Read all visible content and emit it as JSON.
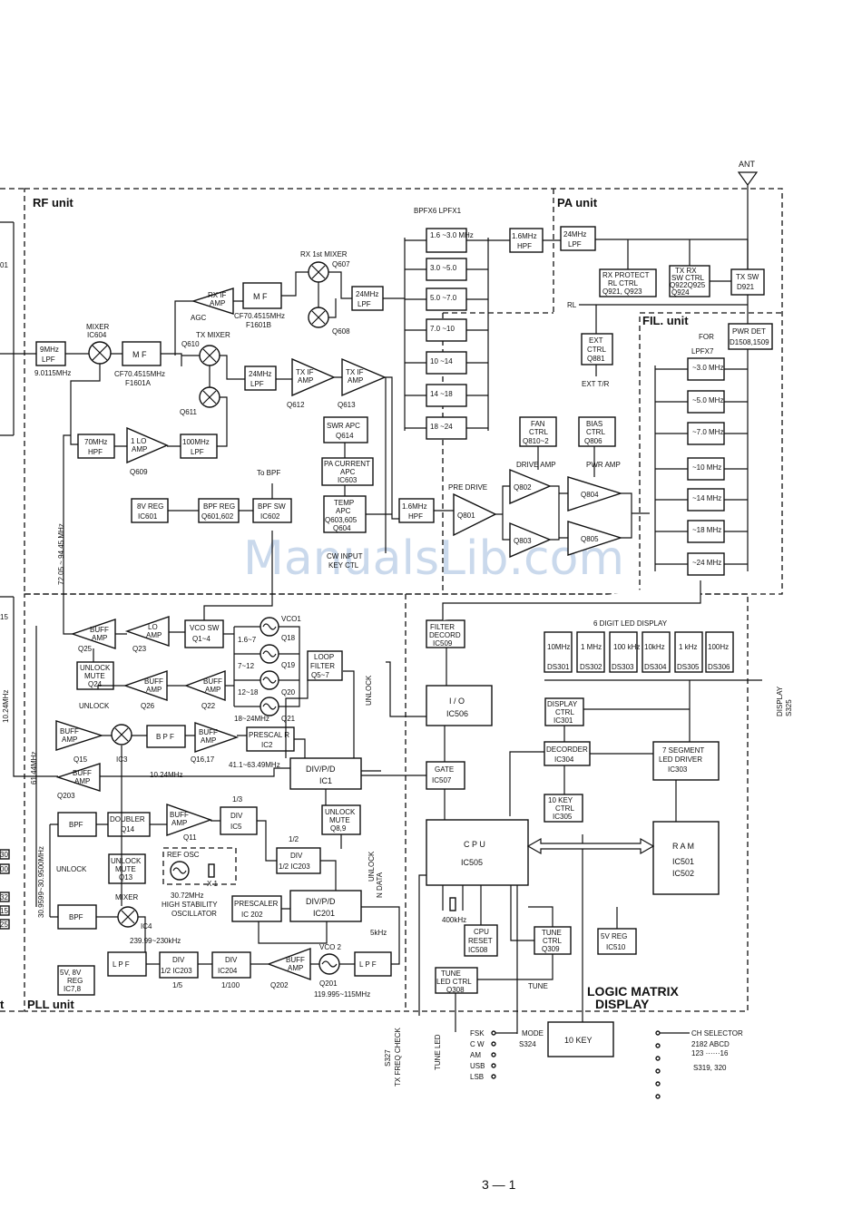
{
  "units": {
    "rf": "RF unit",
    "pa": "PA unit",
    "fil": "FIL. unit",
    "pll": "PLL unit",
    "logic": "LOGIC MATRIX",
    "logic2": "DISPLAY"
  },
  "ant": "ANT",
  "page_number": "3 — 1",
  "watermark": "ManualsLib.com",
  "filter_bank_title": "BPFX6  LPFX1",
  "lpf_bank_title": "LPFX7",
  "rf": {
    "lpf9": "9MHz",
    "lpf9b": "LPF",
    "lpf9f": "9.0115MHz",
    "mixer_t": "MIXER",
    "mixer_ic": "IC604",
    "mf1": "M F",
    "mf1_cf": "CF70.4515MHz",
    "mf1_f": "F1601A",
    "txmixer": "TX MIXER",
    "q610": "Q610",
    "q611": "Q611",
    "rxif1": "RX IF",
    "rxif2": "AMP",
    "agc": "AGC",
    "mf2": "M F",
    "mf2_cf": "CF70.4515MHz",
    "mf2_f": "F1601B",
    "rxmix": "RX 1st MIXER",
    "q607": "Q607",
    "q608": "Q608",
    "lpf24a": "24MHz",
    "lpf24b": "LPF",
    "lpf24c": "24MHz",
    "lpf24d": "LPF",
    "txif1a": "TX IF",
    "txif1b": "AMP",
    "q612": "Q612",
    "txif2a": "TX IF",
    "txif2b": "AMP",
    "q613": "Q613",
    "hpf70a": "70MHz",
    "hpf70b": "HPF",
    "loamp1": "1 LO",
    "loamp2": "AMP",
    "q609": "Q609",
    "lpf100a": "100MHz",
    "lpf100b": "LPF",
    "swr1": "SWR APC",
    "swr2": "Q614",
    "pacur1": "PA CURRENT",
    "pacur2": "APC",
    "pacur3": "IC603",
    "temp1": "TEMP",
    "temp2": "APC",
    "temp3": "Q603,605",
    "temp4": "Q604",
    "hpf16a": "1.6MHz",
    "hpf16b": "HPF",
    "tobpf": "To BPF",
    "reg8a": "8V REG",
    "reg8b": "IC601",
    "bpfreg1": "BPF REG",
    "bpfreg2": "Q601,602",
    "bpfsw1": "BPF SW",
    "bpfsw2": "IC602",
    "freqspan": "72.05 ~ 94.45 MHz",
    "keyctl1": "CW INPUT",
    "keyctl2": "KEY CTL"
  },
  "bpf": [
    "1.6 ~3.0 MHz",
    "3.0 ~5.0",
    "5.0 ~7.0",
    "7.0 ~10",
    "10 ~14",
    "14 ~18",
    "18 ~24"
  ],
  "hpf_16": {
    "a": "1.6MHz",
    "b": "HPF"
  },
  "pa": {
    "lpf24a": "24MHz",
    "lpf24b": "LPF",
    "rxp1": "RX PROTECT",
    "rxp2": "RL CTRL",
    "rxp3": "Q921, Q923",
    "txrx1": "TX RX",
    "txrx2": "SW CTRL",
    "txrx3": "Q922Q925",
    "txrx4": "Q924",
    "txsw1": "TX SW",
    "txsw2": "D921",
    "rl": "RL",
    "ext1": "EXT",
    "ext2": "CTRL",
    "ext3": "Q881",
    "exttr": "EXT T/R",
    "fan1": "FAN",
    "fan2": "CTRL",
    "fan3": "Q810~2",
    "bias1": "BIAS",
    "bias2": "CTRL",
    "bias3": "Q806",
    "drive": "DRIVE AMP",
    "pwr": "PWR AMP",
    "pre": "PRE DRIVE",
    "q801": "Q801",
    "q802": "Q802",
    "q803": "Q803",
    "q804": "Q804",
    "q805": "Q805"
  },
  "fil": {
    "for": "FOR",
    "pwrdet1": "PWR DET",
    "pwrdet2": "D1508,1509",
    "bank": [
      "~3.0 MHz",
      "~5.0 MHz",
      "~7.0 MHz",
      "~10 MHz",
      "~14 MHz",
      "~18 MHz",
      "~24 MHz"
    ]
  },
  "pll": {
    "buff1": "BUFF",
    "buff1b": "AMP",
    "q25": "Q25",
    "lo1": "LO",
    "lo2": "AMP",
    "q23": "Q23",
    "vcosw1": "VCO SW",
    "vcosw2": "Q1~4",
    "vco1": "VCO1",
    "vco_bands": [
      "1.6~7",
      "7~12",
      "12~18",
      "18~24MHz"
    ],
    "vco_q": [
      "Q18",
      "Q19",
      "Q20",
      "Q21"
    ],
    "unmute1": "UNLOCK",
    "unmute2": "MUTE",
    "unmute3": "Q24",
    "unlock": "UNLOCK",
    "buff26a": "BUFF",
    "buff26b": "AMP",
    "q26": "Q26",
    "buff22a": "BUFF",
    "buff22b": "AMP",
    "q22": "Q22",
    "loop1": "LOOP",
    "loop2": "FILTER",
    "loop3": "Q5~7",
    "buff15a": "BUFF",
    "buff15b": "AMP",
    "q15": "Q15",
    "ic3": "IC3",
    "bpf": "B P F",
    "buff16a": "BUFF",
    "buff16b": "AMP",
    "q16": "Q16,17",
    "prescal1": "PRESCAL R",
    "prescal2": "IC2",
    "range41": "41.1~63.49MHz",
    "div1a": "DIV/P/D",
    "div1b": "IC1",
    "unlock_v": "UNLOCK",
    "buff203a": "BUFF",
    "buff203b": "AMP",
    "q203": "Q203",
    "f1024": "10.24MHz",
    "bpf2": "BPF",
    "dbl1": "DOUBLER",
    "dbl2": "Q14",
    "buff11a": "BUFF",
    "buff11b": "AMP",
    "q11": "Q11",
    "div5a": "1/3",
    "div5b": "DIV",
    "div5c": "IC5",
    "unm13a": "UNLOCK",
    "unm13b": "MUTE",
    "unm13c": "Q13",
    "unlock_l": "UNLOCK",
    "refosc": "REF OSC",
    "x1": "X 1",
    "f3072": "30.72MHz",
    "hso1": "HIGH STABILITY",
    "hso2": "OSCILLATOR",
    "div12a": "1/2",
    "div12b": "DIV",
    "div12c": "1/2 IC203",
    "unm89a": "UNLOCK",
    "unm89b": "MUTE",
    "unm89c": "Q8,9",
    "bpf3": "BPF",
    "mixer": "MIXER",
    "ic4": "IC4",
    "range239": "239.99~230kHz",
    "presc202a": "PRESCALER",
    "presc202b": "IC 202",
    "div201a": "DIV/P/D",
    "div201b": "IC201",
    "ndata": "N DATA",
    "f5k": "5kHz",
    "lpf1": "L P F",
    "divh1": "DIV",
    "divh2": "1/2 IC203",
    "divh3": "1/5",
    "div204a": "DIV",
    "div204b": "IC204",
    "div204c": "1/100",
    "buff202a": "BUFF",
    "buff202b": "AMP",
    "q202": "Q202",
    "vco2": "VCO 2",
    "q201": "Q201",
    "range119": "119.995~115MHz",
    "lpf2": "L P F",
    "reg1": "5V, 8V",
    "reg2": "REG",
    "reg3": "IC7,8",
    "span1": "61.44MHz",
    "span2": "30.9599~30.9500MHz",
    "span3": "10.24MHz"
  },
  "logic": {
    "filt1": "FILTER",
    "filt2": "DECORD",
    "filt3": "IC509",
    "disp_title": "6 DIGIT LED DISPLAY",
    "digits": [
      {
        "v": "10MHz",
        "ds": "DS301"
      },
      {
        "v": "1 MHz",
        "ds": "DS302"
      },
      {
        "v": "100 kHz",
        "ds": "DS303"
      },
      {
        "v": "10kHz",
        "ds": "DS304"
      },
      {
        "v": "1 kHz",
        "ds": "DS305"
      },
      {
        "v": "100Hz",
        "ds": "DS306"
      }
    ],
    "display": "DISPLAY",
    "s325": "S325",
    "io1": "I / O",
    "io2": "IC506",
    "dispctl1": "DISPLAY",
    "dispctl2": "CTRL",
    "dispctl3": "IC301",
    "decorder1": "DECORDER",
    "decorder2": "IC304",
    "seg1": "7 SEGMENT",
    "seg2": "LED DRIVER",
    "seg3": "IC303",
    "gate1": "GATE",
    "gate2": "IC507",
    "key1": "10 KEY",
    "key2": "CTRL",
    "key3": "IC305",
    "cpu1": "C P U",
    "cpu2": "IC505",
    "ram1": "R A M",
    "ram2": "IC501",
    "ram3": "IC502",
    "xtal": "400kHz",
    "reset1": "CPU",
    "reset2": "RESET",
    "reset3": "IC508",
    "tune1": "TUNE",
    "tune2": "CTRL",
    "tune3": "Q309",
    "reg5a": "5V REG",
    "reg5b": "IC510",
    "tled1": "TUNE",
    "tled2": "LED CTRL",
    "tled3": "Q308",
    "tune": "TUNE",
    "s327a": "S327",
    "s327b": "TX FREQ CHECK",
    "tuneled": "TUNE LED",
    "modes": [
      "FSK",
      "C W",
      "AM",
      "USB",
      "LSB"
    ],
    "mode1": "MODE",
    "mode2": "S324",
    "tenkey": "10 KEY",
    "ch1": "CH SELECTOR",
    "ch2": "2182 ABCD",
    "ch3": "123 ······16",
    "ch4": "S319, 320"
  },
  "edge": {
    "e01": "01",
    "e15": "15",
    "ticks": [
      "30",
      "00",
      "32",
      "15",
      "25"
    ],
    "t": "t"
  }
}
